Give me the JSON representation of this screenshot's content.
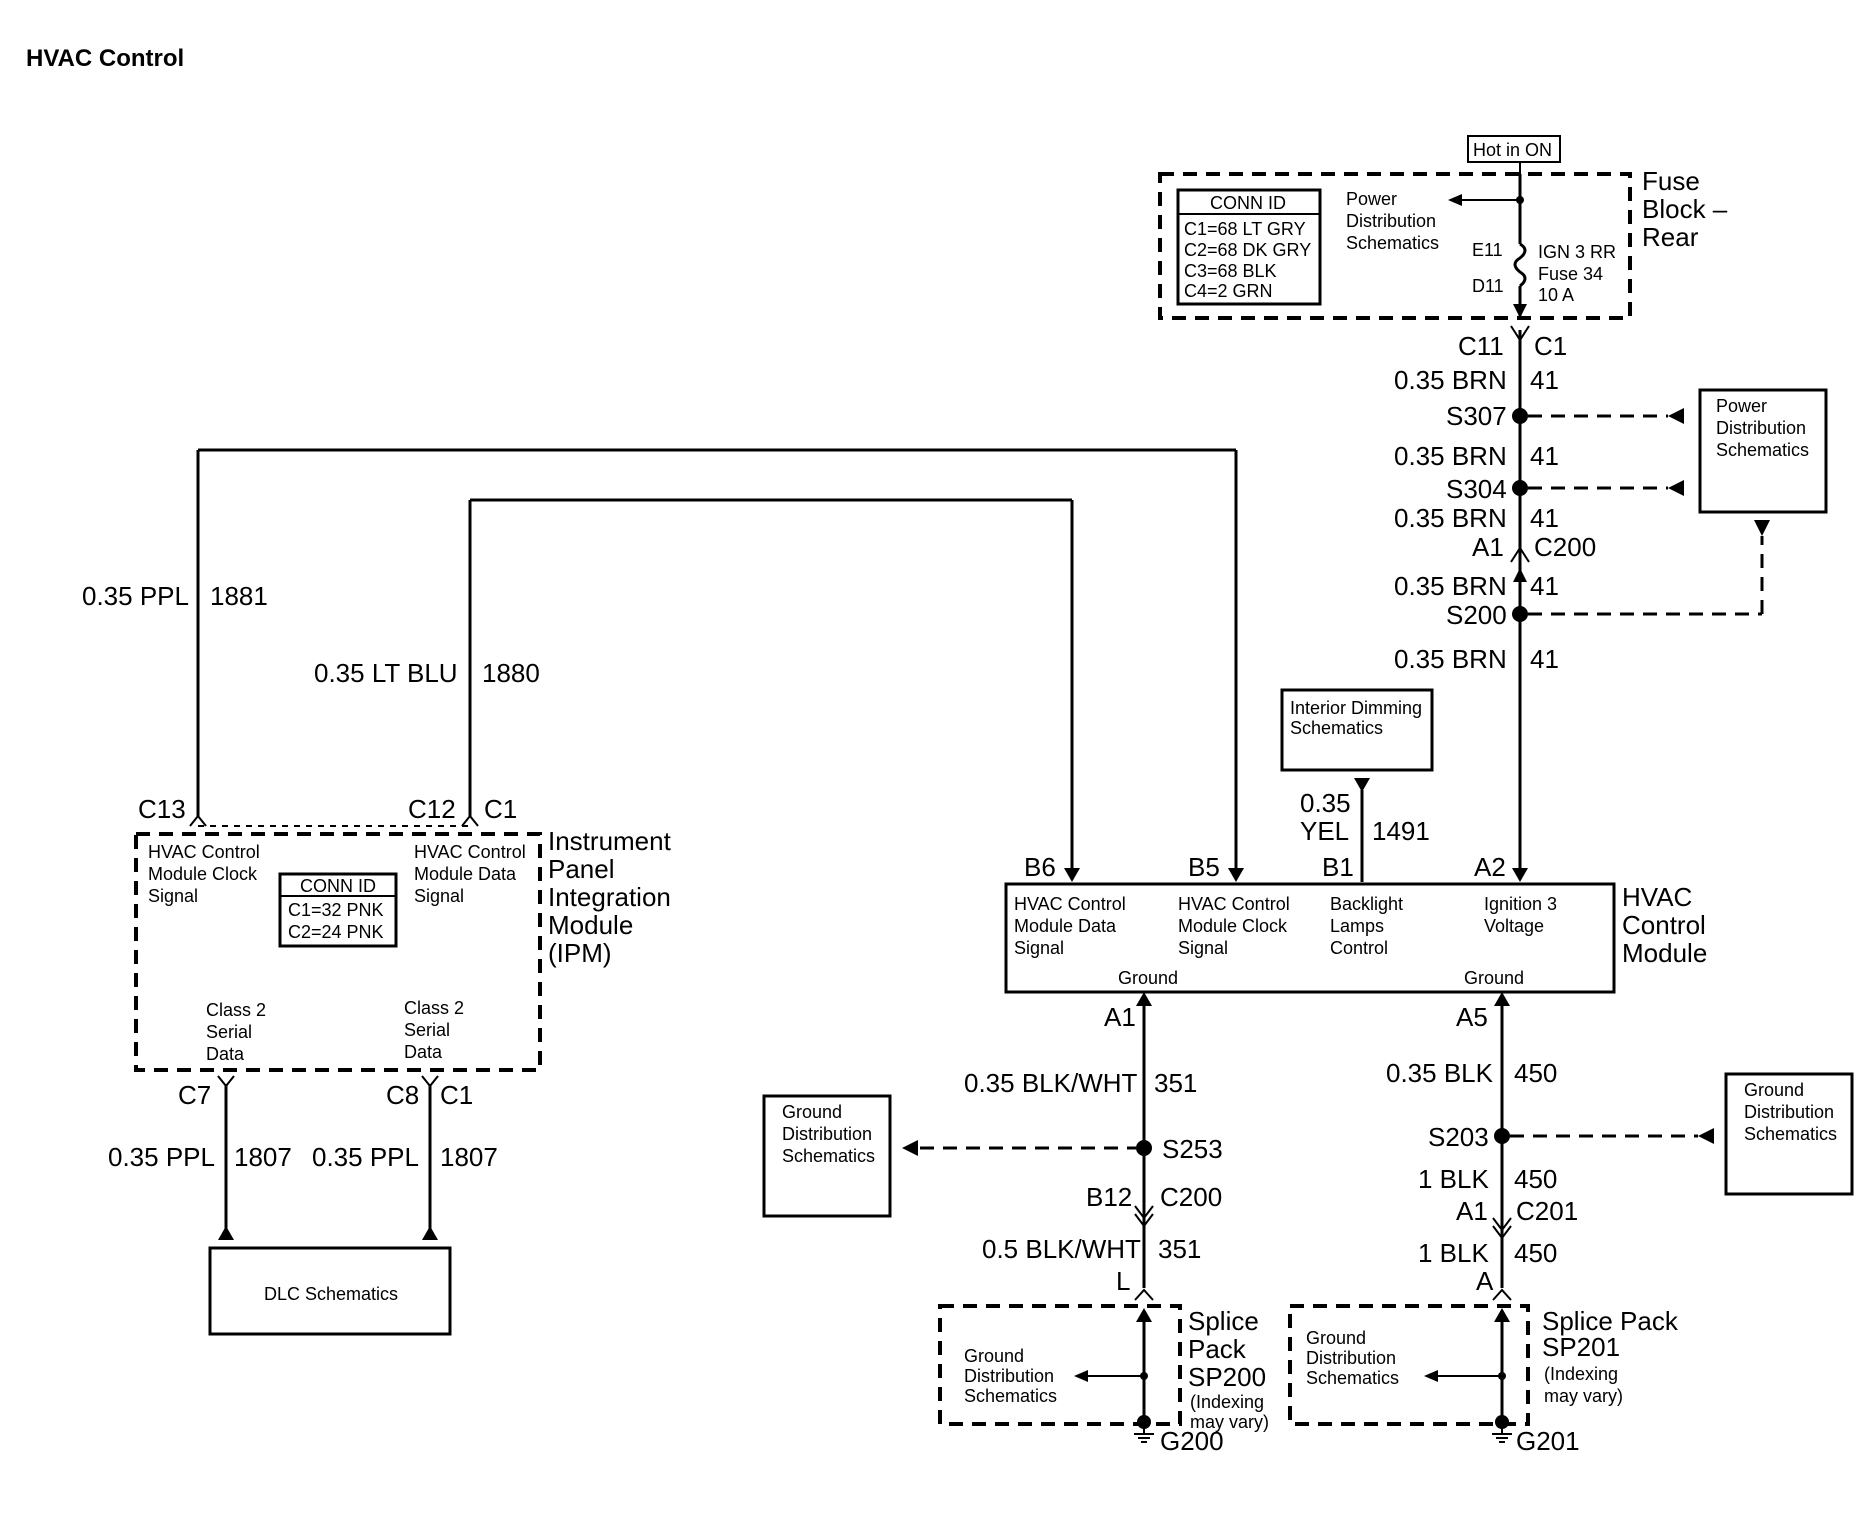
{
  "title": "HVAC Control",
  "hot_in_on": "Hot in ON",
  "fuse_block": {
    "name": [
      "Fuse",
      "Block –",
      "Rear"
    ],
    "conn_id_header": "CONN ID",
    "conn_ids": [
      "C1=68 LT GRY",
      "C2=68 DK GRY",
      "C3=68 BLK",
      "C4=2 GRN"
    ],
    "power_dist": [
      "Power",
      "Distribution",
      "Schematics"
    ],
    "pin_in": "E11",
    "pin_out": "D11",
    "fuse": [
      "IGN 3 RR",
      "Fuse 34",
      "10 A"
    ]
  },
  "power_dist_box": [
    "Power",
    "Distribution",
    "Schematics"
  ],
  "ign_wire": {
    "conn_c11": "C11",
    "conn_c1": "C1",
    "seg1_gauge": "0.35 BRN",
    "seg1_circuit": "41",
    "s307": "S307",
    "seg2_gauge": "0.35 BRN",
    "seg2_circuit": "41",
    "s304": "S304",
    "seg3_gauge": "0.35 BRN",
    "seg3_circuit": "41",
    "conn_a1": "A1",
    "conn_c200": "C200",
    "seg4_gauge": "0.35 BRN",
    "seg4_circuit": "41",
    "s200": "S200",
    "seg5_gauge": "0.35 BRN",
    "seg5_circuit": "41"
  },
  "interior_dimming": [
    "Interior Dimming",
    "Schematics"
  ],
  "dim_wire": {
    "gauge": [
      "0.35",
      "YEL"
    ],
    "circuit": "1491"
  },
  "hvac_module": {
    "name": [
      "HVAC",
      "Control",
      "Module"
    ],
    "pins": [
      "B6",
      "B5",
      "B1",
      "A2"
    ],
    "b6_label": [
      "HVAC Control",
      "Module Data",
      "Signal"
    ],
    "b5_label": [
      "HVAC Control",
      "Module Clock",
      "Signal"
    ],
    "b1_label": [
      "Backlight",
      "Lamps",
      "Control"
    ],
    "a2_label": [
      "Ignition 3",
      "Voltage"
    ],
    "ground1": "Ground",
    "ground2": "Ground"
  },
  "ipm": {
    "name": [
      "Instrument",
      "Panel",
      "Integration",
      "Module",
      "(IPM)"
    ],
    "conn_c13": "C13",
    "conn_c12": "C12",
    "conn_c1_top": "C1",
    "clock_label": [
      "HVAC Control",
      "Module Clock",
      "Signal"
    ],
    "data_label": [
      "HVAC Control",
      "Module Data",
      "Signal"
    ],
    "conn_id_header": "CONN ID",
    "conn_ids": [
      "C1=32 PNK",
      "C2=24 PNK"
    ],
    "serial1": [
      "Class 2",
      "Serial",
      "Data"
    ],
    "serial2": [
      "Class 2",
      "Serial",
      "Data"
    ],
    "conn_c7": "C7",
    "conn_c8": "C8",
    "conn_c1_bot": "C1"
  },
  "clock_wire": {
    "gauge": "0.35 PPL",
    "circuit": "1881"
  },
  "data_wire": {
    "gauge": "0.35 LT BLU",
    "circuit": "1880"
  },
  "dlc_wire1": {
    "gauge": "0.35 PPL",
    "circuit": "1807"
  },
  "dlc_wire2": {
    "gauge": "0.35 PPL",
    "circuit": "1807"
  },
  "dlc_box": "DLC Schematics",
  "ground_left": {
    "pin": "A1",
    "seg1_gauge": "0.35 BLK/WHT",
    "seg1_circuit": "351",
    "splice": "S253",
    "conn_b12": "B12",
    "conn_c200": "C200",
    "seg2_gauge": "0.5 BLK/WHT",
    "seg2_circuit": "351",
    "conn_l": "L",
    "ground_box": [
      "Ground",
      "Distribution",
      "Schematics"
    ],
    "sp_ground_box": [
      "Ground",
      "Distribution",
      "Schematics"
    ],
    "splice_pack": [
      "Splice",
      "Pack",
      "SP200",
      "(Indexing",
      "may vary)"
    ],
    "ground_id": "G200"
  },
  "ground_right": {
    "pin": "A5",
    "seg1_gauge": "0.35 BLK",
    "seg1_circuit": "450",
    "splice": "S203",
    "seg2_gauge": "1 BLK",
    "seg2_circuit": "450",
    "conn_a1": "A1",
    "conn_c201": "C201",
    "seg3_gauge": "1 BLK",
    "seg3_circuit": "450",
    "conn_a": "A",
    "ground_box": [
      "Ground",
      "Distribution",
      "Schematics"
    ],
    "sp_ground_box": [
      "Ground",
      "Distribution",
      "Schematics"
    ],
    "splice_pack": [
      "Splice Pack",
      "SP201",
      "(Indexing",
      "may vary)"
    ],
    "ground_id": "G201"
  }
}
